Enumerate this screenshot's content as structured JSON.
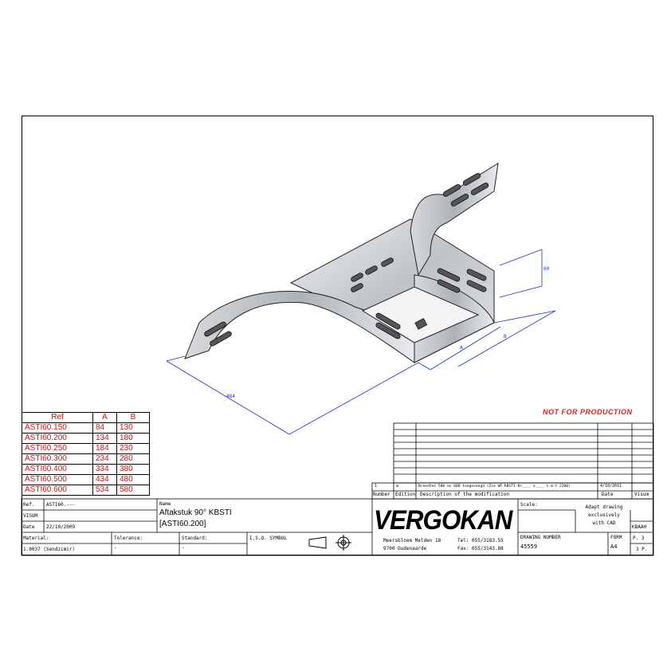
{
  "note": {
    "text": "NOT FOR PRODUCTION"
  },
  "ref_table": {
    "headers": [
      "Ref",
      "A",
      "B"
    ],
    "rows": [
      [
        "ASTI60.150",
        "84",
        "130"
      ],
      [
        "ASTI60.200",
        "134",
        "180"
      ],
      [
        "ASTI60.250",
        "184",
        "230"
      ],
      [
        "ASTI60.300",
        "234",
        "280"
      ],
      [
        "ASTI60.400",
        "334",
        "380"
      ],
      [
        "ASTI60.500",
        "434",
        "480"
      ],
      [
        "ASTI60.600",
        "534",
        "580"
      ]
    ]
  },
  "revision": {
    "number": "1",
    "edition": "a",
    "description_entry": "Breedtes 500 en 600 toegevoegd (Zie WF KBSTI Nr____ x____ t.m.t 2200)",
    "date_entry": "4/10/2011",
    "header_number": "Number",
    "header_edition": "Edition",
    "header_description": "Description of the modification",
    "header_date": "Date",
    "header_visum": "Visum"
  },
  "title_block": {
    "ref_label": "Ref.",
    "ref_value": "ASTI60.---",
    "visum_label": "VISUM",
    "date_label": "Date",
    "date_value": "22/10/2009",
    "name_label": "Name",
    "name_line1": "Aftakstuk 90° KBSTI",
    "name_line2": "[ASTI60.200]",
    "material_label": "Material:",
    "material_value": "1.0037 (Sendzimir)",
    "tolerance_label": "Tolerance:",
    "tolerance_value": "-",
    "standard_label": "Standard:",
    "standard_value": "-",
    "iso_label": "I.S.O. SYMBOL",
    "company_logo": "VERGOKAN",
    "address_line1": "Meersbloem Melden 18",
    "address_line2": "9700 Oudenaarde",
    "tel": "Tel: 055/3183.55",
    "fax": "Fax: 055/3143.88",
    "scale_label": "Scale:",
    "adapt_note_1": "Adapt drawing",
    "adapt_note_2": "exclusively",
    "adapt_note_3": "with CAD",
    "drawing_number_label": "DRAWING NUMBER",
    "drawing_number": "45559",
    "form_label": "FORM",
    "form_value": "A4",
    "kbaah": "KBAAH",
    "page": "P. 3",
    "pages": "3 P."
  },
  "dimensions": {
    "dim_long": "484",
    "dim_a": "A",
    "dim_b": "B",
    "dim_h": "60"
  },
  "colors": {
    "ref_text": "#cc1111",
    "warning": "#e0201b",
    "dimension": "#1c2fc8"
  }
}
